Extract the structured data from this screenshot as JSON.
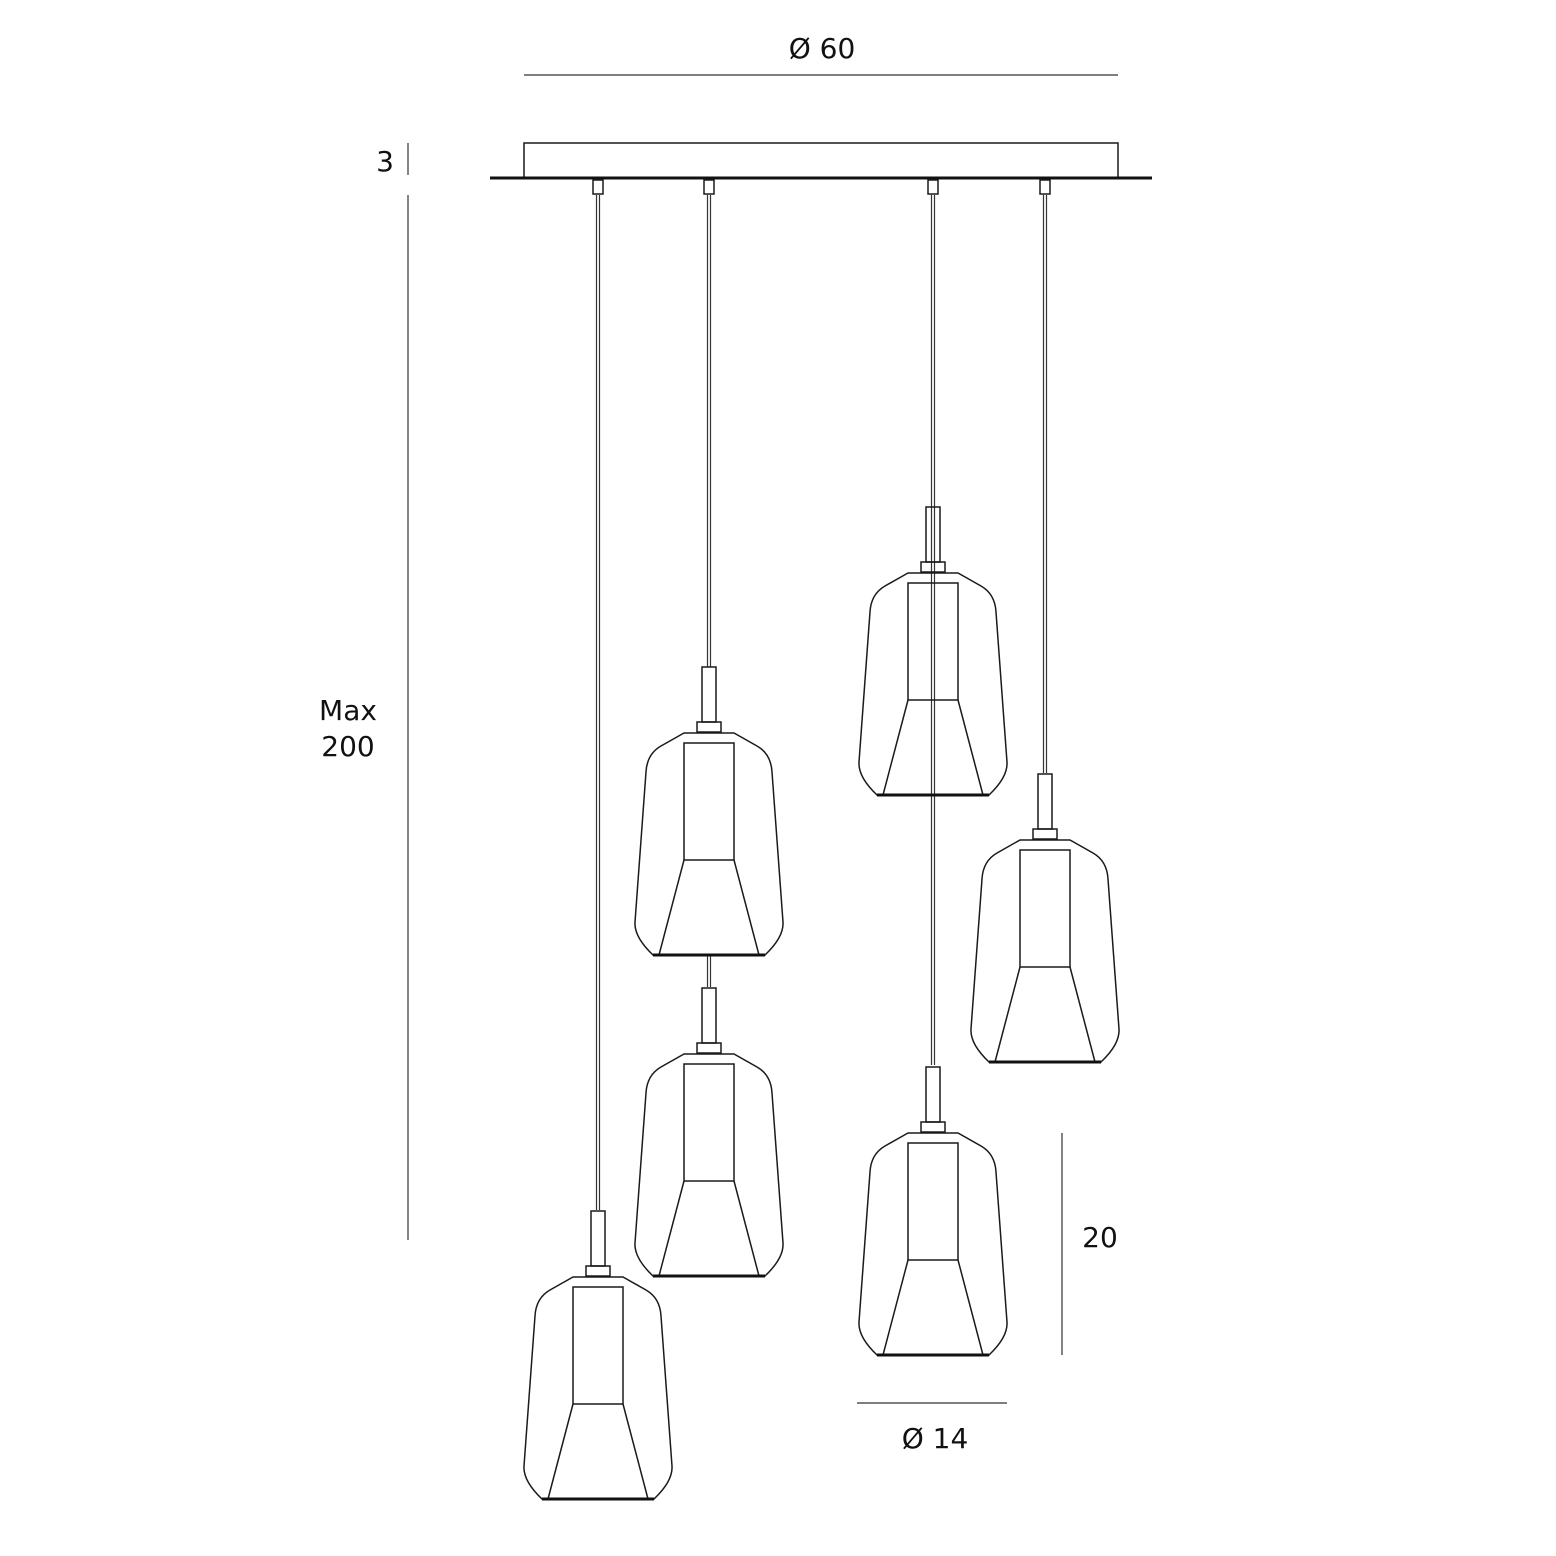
{
  "dimensions": {
    "canopy_diameter": "Ø 60",
    "canopy_height": "3",
    "max_height_label": "Max",
    "max_height_value": "200",
    "shade_height": "20",
    "shade_diameter": "Ø  14"
  },
  "pendant_count": 6,
  "line_color": "#1a1a1a"
}
